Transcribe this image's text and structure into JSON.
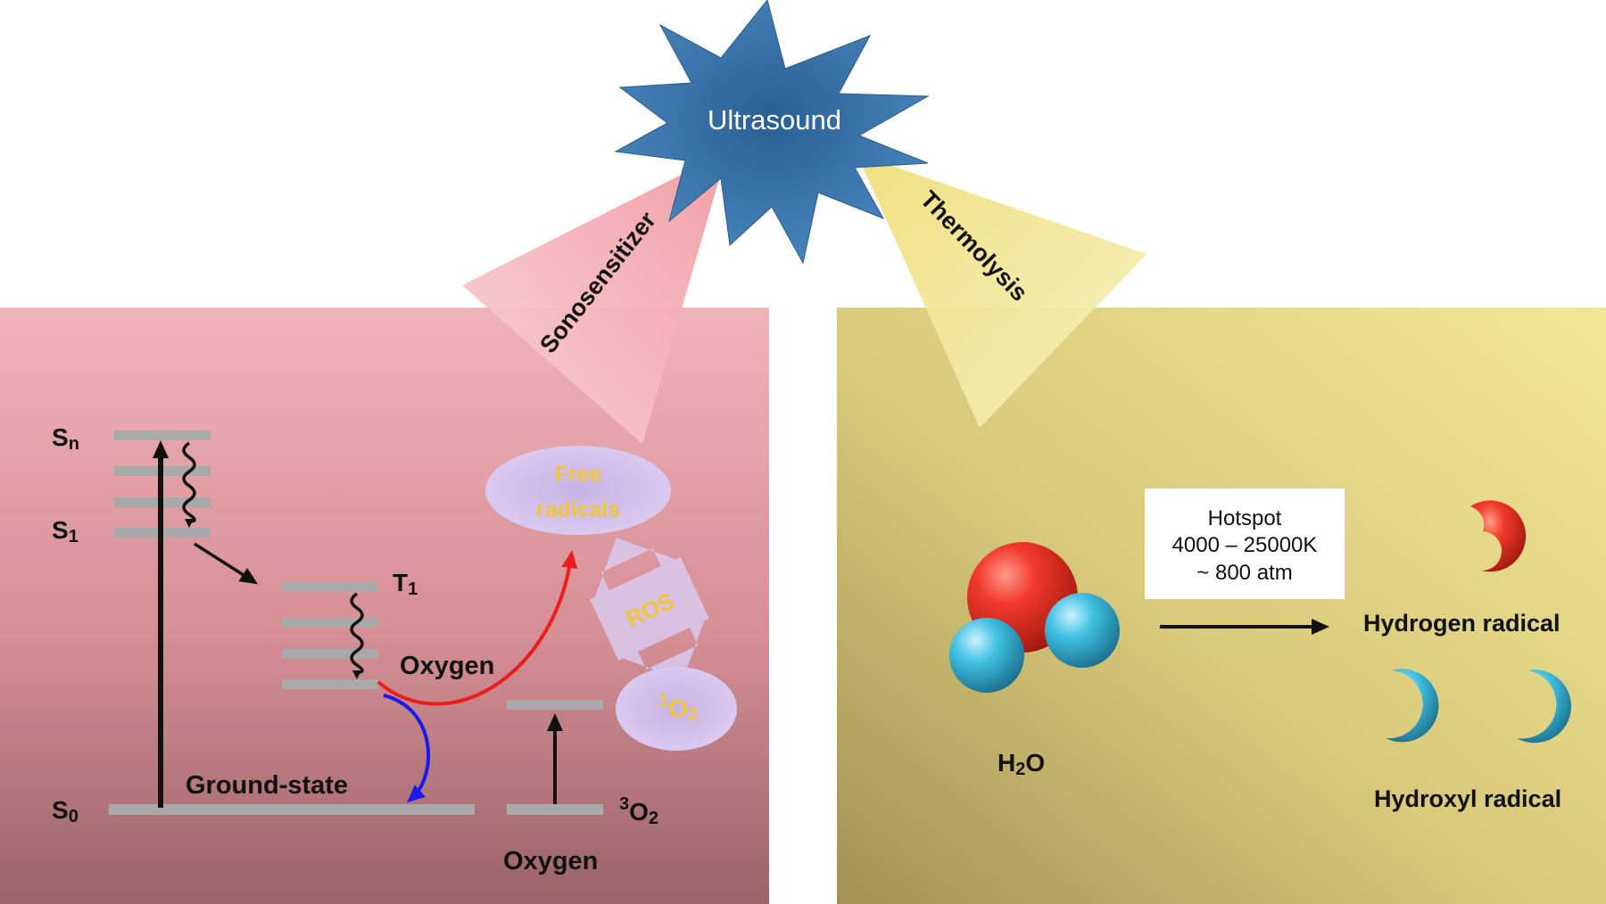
{
  "ultrasound": {
    "label": "Ultrasound"
  },
  "beams": {
    "left_label": "Sonosensitizer",
    "right_label": "Thermolysis"
  },
  "energy_levels": {
    "sn": "S",
    "sn_sub": "n",
    "s1": "S",
    "s1_sub": "1",
    "s0": "S",
    "s0_sub": "0",
    "t1": "T",
    "t1_sub": "1",
    "ground_state": "Ground-state",
    "oxygen_transfer": "Oxygen"
  },
  "oxygen": {
    "triplet_sup": "3",
    "triplet_main": "O",
    "triplet_sub": "2",
    "bottom_label": "Oxygen"
  },
  "ros": {
    "free_radicals_line1": "Free",
    "free_radicals_line2": "radicals",
    "ros_label": "ROS",
    "singlet_sup": "1",
    "singlet_main": "O",
    "singlet_sub": "2"
  },
  "thermolysis": {
    "hotspot_line1": "Hotspot",
    "hotspot_line2": "4000 – 25000K",
    "hotspot_line3": "~ 800 atm",
    "water_main_h": "H",
    "water_sub": "2",
    "water_main_o": "O",
    "hydrogen_radical": "Hydrogen radical",
    "hydroxyl_radical": "Hydroxyl radical"
  },
  "colors": {
    "left_panel_top": "#f0b3b8",
    "left_panel_bottom": "#9a6467",
    "right_panel_top": "#efe391",
    "right_panel_bottom": "#a99a55",
    "star": "#3f7db4",
    "oxygen_atom": "#e02a1f",
    "hydrogen_atom": "#3ab7d9",
    "ros_text": "#f0c63a",
    "red_arrow": "#ee1c1c",
    "blue_arrow": "#1a1aee"
  }
}
